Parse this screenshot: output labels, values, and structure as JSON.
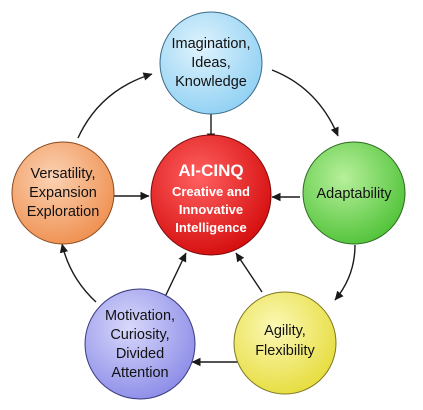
{
  "diagram": {
    "center": {
      "title": "AI-CINQ",
      "lines": [
        "Creative and",
        "Innovative",
        "Intelligence"
      ]
    },
    "nodes": [
      {
        "id": "imagination",
        "lines": [
          "Imagination,",
          "Ideas,",
          "Knowledge"
        ],
        "color": "#a9dcf6"
      },
      {
        "id": "adaptability",
        "lines": [
          "Adaptability"
        ],
        "color": "#74d65a"
      },
      {
        "id": "agility",
        "lines": [
          "Agility,",
          "Flexibility"
        ],
        "color": "#f1ea6a"
      },
      {
        "id": "motivation",
        "lines": [
          "Motivation,",
          "Curiosity,",
          "Divided",
          "Attention"
        ],
        "color": "#a9a9ef"
      },
      {
        "id": "versatility",
        "lines": [
          "Versatility,",
          "Expansion",
          "Exploration"
        ],
        "color": "#f3a46e"
      }
    ],
    "center_color": "#e41818",
    "cycle": [
      "imagination",
      "adaptability",
      "agility",
      "motivation",
      "versatility"
    ]
  }
}
